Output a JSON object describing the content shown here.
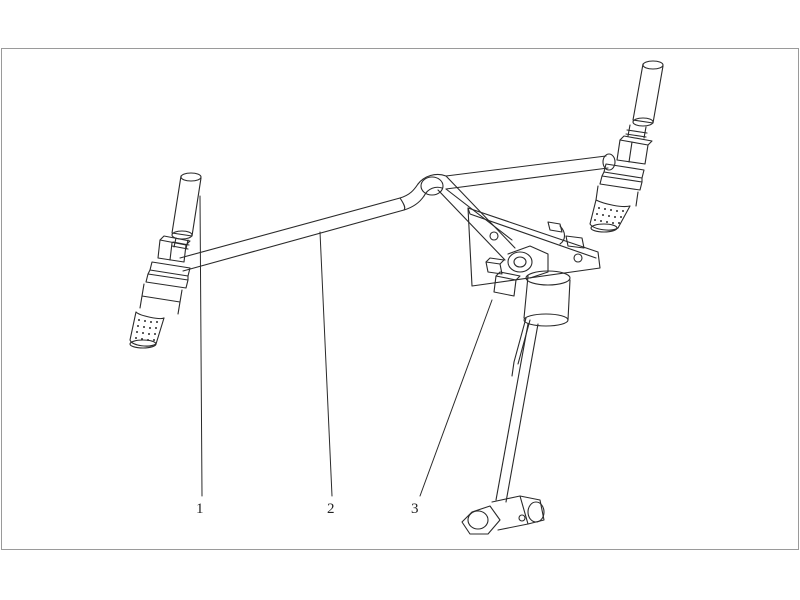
{
  "callouts": [
    {
      "label": "1"
    },
    {
      "label": "2"
    },
    {
      "label": "3"
    }
  ],
  "colors": {
    "line": "#2a2a2a",
    "frame": "#9a9a9a",
    "background": "#ffffff"
  }
}
